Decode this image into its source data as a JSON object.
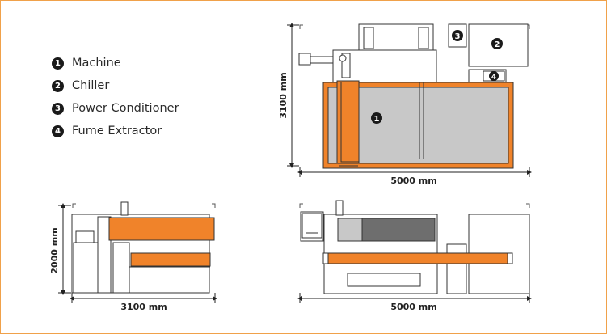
{
  "legend": [
    {
      "num": "1",
      "label": "Machine"
    },
    {
      "num": "2",
      "label": "Chiller"
    },
    {
      "num": "3",
      "label": "Power Conditioner"
    },
    {
      "num": "4",
      "label": "Fume Extractor"
    }
  ],
  "top_view": {
    "width_label": "5000 mm",
    "depth_label": "3100 mm"
  },
  "side_view": {
    "width_label": "3100 mm",
    "height_label": "2000 mm"
  },
  "front_view": {
    "width_label": "5000 mm"
  },
  "colors": {
    "accent": "#f0832a",
    "bed": "#c8c8c8",
    "dark_panel": "#6e6e6e",
    "frame": "#f0a14a"
  }
}
